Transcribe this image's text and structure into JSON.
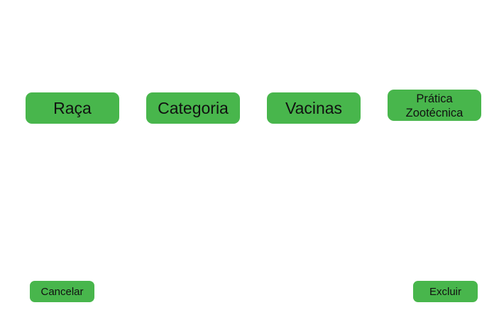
{
  "categories": {
    "raca_label": "Raça",
    "categoria_label": "Categoria",
    "vacinas_label": "Vacinas",
    "pratica_label_line1": "Prática",
    "pratica_label_line2": "Zootécnica"
  },
  "actions": {
    "cancel_label": "Cancelar",
    "delete_label": "Excluir"
  },
  "colors": {
    "button_green": "#48b64c",
    "button_text": "#111111",
    "background": "#ffffff"
  }
}
